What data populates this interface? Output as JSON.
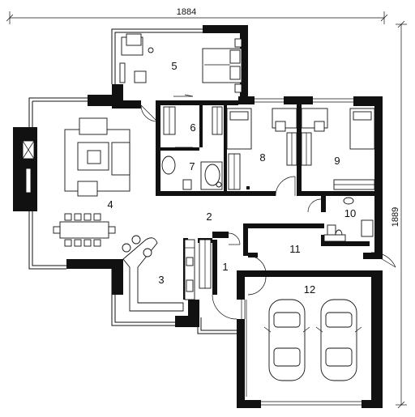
{
  "dimensions": {
    "width_label": "1884",
    "height_label": "1889"
  },
  "rooms": [
    {
      "id": "room-1",
      "number": "1"
    },
    {
      "id": "room-2",
      "number": "2"
    },
    {
      "id": "room-3",
      "number": "3"
    },
    {
      "id": "room-4",
      "number": "4"
    },
    {
      "id": "room-5",
      "number": "5"
    },
    {
      "id": "room-6",
      "number": "6"
    },
    {
      "id": "room-7",
      "number": "7"
    },
    {
      "id": "room-8",
      "number": "8"
    },
    {
      "id": "room-9",
      "number": "9"
    },
    {
      "id": "room-10",
      "number": "10"
    },
    {
      "id": "room-11",
      "number": "11"
    },
    {
      "id": "room-12",
      "number": "12"
    }
  ]
}
